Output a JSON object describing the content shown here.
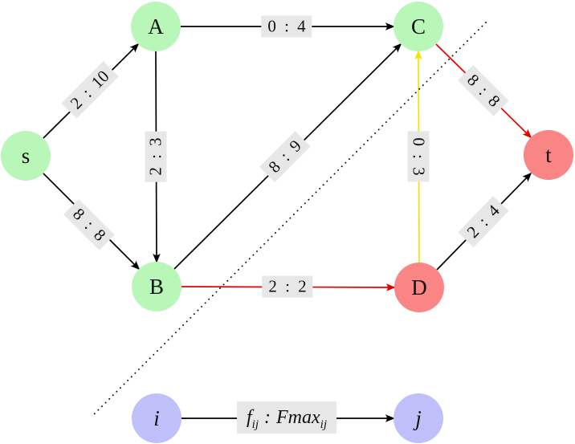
{
  "colors": {
    "node_green": "#b9f7b9",
    "node_red": "#f98585",
    "node_blue": "#bfbffa",
    "label_bg": "#e7e7e7",
    "edge_black": "#000000",
    "edge_red": "#e60000",
    "edge_yellow": "#f5e300"
  },
  "nodes": [
    {
      "id": "s",
      "label": "s",
      "fill": "green"
    },
    {
      "id": "A",
      "label": "A",
      "fill": "green"
    },
    {
      "id": "B",
      "label": "B",
      "fill": "green"
    },
    {
      "id": "C",
      "label": "C",
      "fill": "green"
    },
    {
      "id": "D",
      "label": "D",
      "fill": "red"
    },
    {
      "id": "t",
      "label": "t",
      "fill": "red"
    }
  ],
  "edges": [
    {
      "from": "s",
      "to": "A",
      "label": "2 : 10",
      "flow": 2,
      "capacity": 10,
      "color": "black"
    },
    {
      "from": "s",
      "to": "B",
      "label": "8 : 8",
      "flow": 8,
      "capacity": 8,
      "color": "black"
    },
    {
      "from": "A",
      "to": "B",
      "label": "2 : 3",
      "flow": 2,
      "capacity": 3,
      "color": "black"
    },
    {
      "from": "A",
      "to": "C",
      "label": "0 : 4",
      "flow": 0,
      "capacity": 4,
      "color": "black"
    },
    {
      "from": "B",
      "to": "C",
      "label": "8 : 9",
      "flow": 8,
      "capacity": 9,
      "color": "black"
    },
    {
      "from": "B",
      "to": "D",
      "label": "2 : 2",
      "flow": 2,
      "capacity": 2,
      "color": "red"
    },
    {
      "from": "D",
      "to": "C",
      "label": "0 : 3",
      "flow": 0,
      "capacity": 3,
      "color": "yellow"
    },
    {
      "from": "C",
      "to": "t",
      "label": "8 : 8",
      "flow": 8,
      "capacity": 8,
      "color": "red"
    },
    {
      "from": "D",
      "to": "t",
      "label": "2 : 4",
      "flow": 2,
      "capacity": 4,
      "color": "black"
    }
  ],
  "cut_line": {
    "style": "dotted",
    "color": "#000000"
  },
  "legend": {
    "source_label": "i",
    "target_label": "j",
    "f": "f",
    "f_sub": "ij",
    "colon": ":",
    "fmax": "Fmax",
    "fmax_sub": "ij"
  }
}
